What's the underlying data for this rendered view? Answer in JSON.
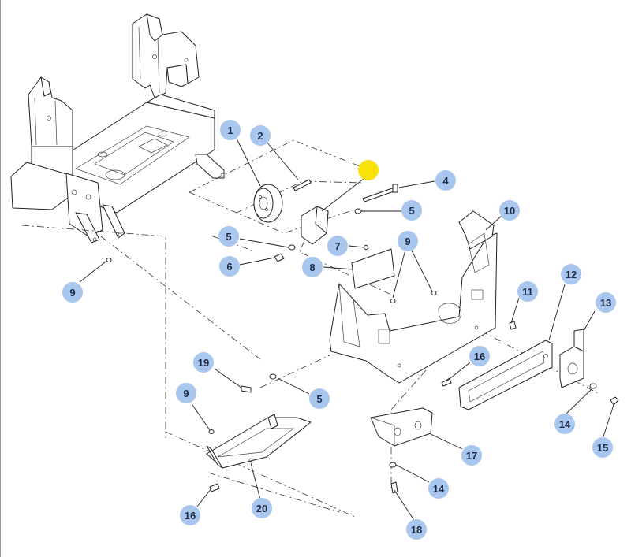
{
  "colors": {
    "callout_fill": "#a9c6ef",
    "callout_text": "#1e2a44",
    "highlight_marker": "#f7e30a",
    "frame_border": "#9a9a9a",
    "line": "#222222"
  },
  "callouts": [
    {
      "id": "c1",
      "label": "1"
    },
    {
      "id": "c2",
      "label": "2"
    },
    {
      "id": "c4",
      "label": "4"
    },
    {
      "id": "c5a",
      "label": "5"
    },
    {
      "id": "c10",
      "label": "10"
    },
    {
      "id": "c5b",
      "label": "5"
    },
    {
      "id": "c7",
      "label": "7"
    },
    {
      "id": "c9a",
      "label": "9"
    },
    {
      "id": "c6",
      "label": "6"
    },
    {
      "id": "c8",
      "label": "8"
    },
    {
      "id": "c12",
      "label": "12"
    },
    {
      "id": "c11",
      "label": "11"
    },
    {
      "id": "c13",
      "label": "13"
    },
    {
      "id": "c9b",
      "label": "9"
    },
    {
      "id": "c19",
      "label": "19"
    },
    {
      "id": "c16a",
      "label": "16"
    },
    {
      "id": "c5c",
      "label": "5"
    },
    {
      "id": "c9c",
      "label": "9"
    },
    {
      "id": "c14a",
      "label": "14"
    },
    {
      "id": "c15",
      "label": "15"
    },
    {
      "id": "c17",
      "label": "17"
    },
    {
      "id": "c14b",
      "label": "14"
    },
    {
      "id": "c20",
      "label": "20"
    },
    {
      "id": "c16b",
      "label": "16"
    },
    {
      "id": "c18",
      "label": "18"
    }
  ]
}
